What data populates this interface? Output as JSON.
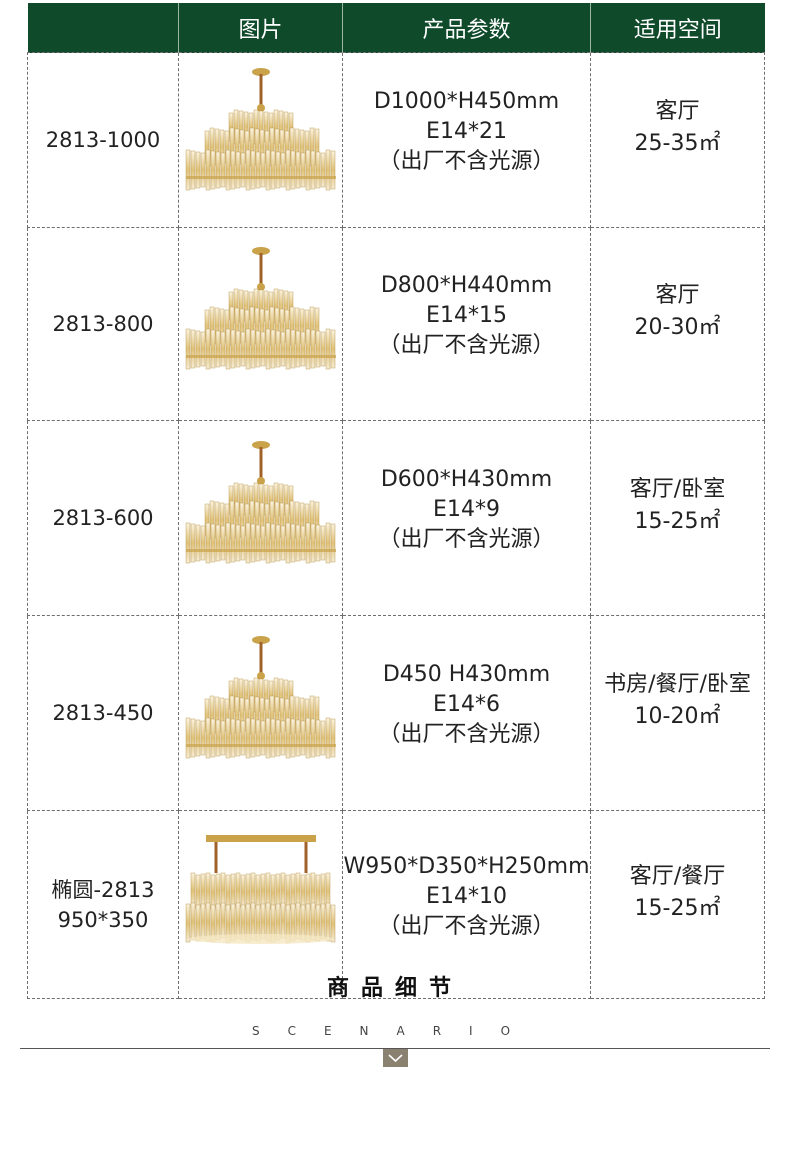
{
  "table": {
    "headers": [
      "",
      "图片",
      "产品参数",
      "适用空间"
    ],
    "rows": [
      {
        "model": [
          "2813-1000"
        ],
        "params": [
          "D1000*H450mm",
          "E14*21",
          "（出厂不含光源）"
        ],
        "space": [
          "客厅",
          "25-35㎡"
        ],
        "image_icon": "round-crystal-chandelier-image"
      },
      {
        "model": [
          "2813-800"
        ],
        "params": [
          "D800*H440mm",
          "E14*15",
          "（出厂不含光源）"
        ],
        "space": [
          "客厅",
          "20-30㎡"
        ],
        "image_icon": "round-crystal-chandelier-image"
      },
      {
        "model": [
          "2813-600"
        ],
        "params": [
          "D600*H430mm",
          "E14*9",
          "（出厂不含光源）"
        ],
        "space": [
          "客厅/卧室",
          "15-25㎡"
        ],
        "image_icon": "round-crystal-chandelier-image"
      },
      {
        "model": [
          "2813-450"
        ],
        "params": [
          "D450 H430mm",
          "E14*6",
          "（出厂不含光源）"
        ],
        "space": [
          "书房/餐厅/卧室",
          "10-20㎡"
        ],
        "image_icon": "round-crystal-chandelier-image"
      },
      {
        "model": [
          "椭圆-2813",
          "950*350"
        ],
        "params": [
          "W950*D350*H250mm",
          "E14*10",
          "（出厂不含光源）"
        ],
        "space": [
          "客厅/餐厅",
          "15-25㎡"
        ],
        "image_icon": "oval-crystal-chandelier-image"
      }
    ]
  },
  "section": {
    "title": "商品细节",
    "subtitle": "SCENARIO"
  },
  "colors": {
    "header_bg": "#0f4a2b",
    "gold": "#c9a24a",
    "chevron_box": "#8a8170"
  }
}
